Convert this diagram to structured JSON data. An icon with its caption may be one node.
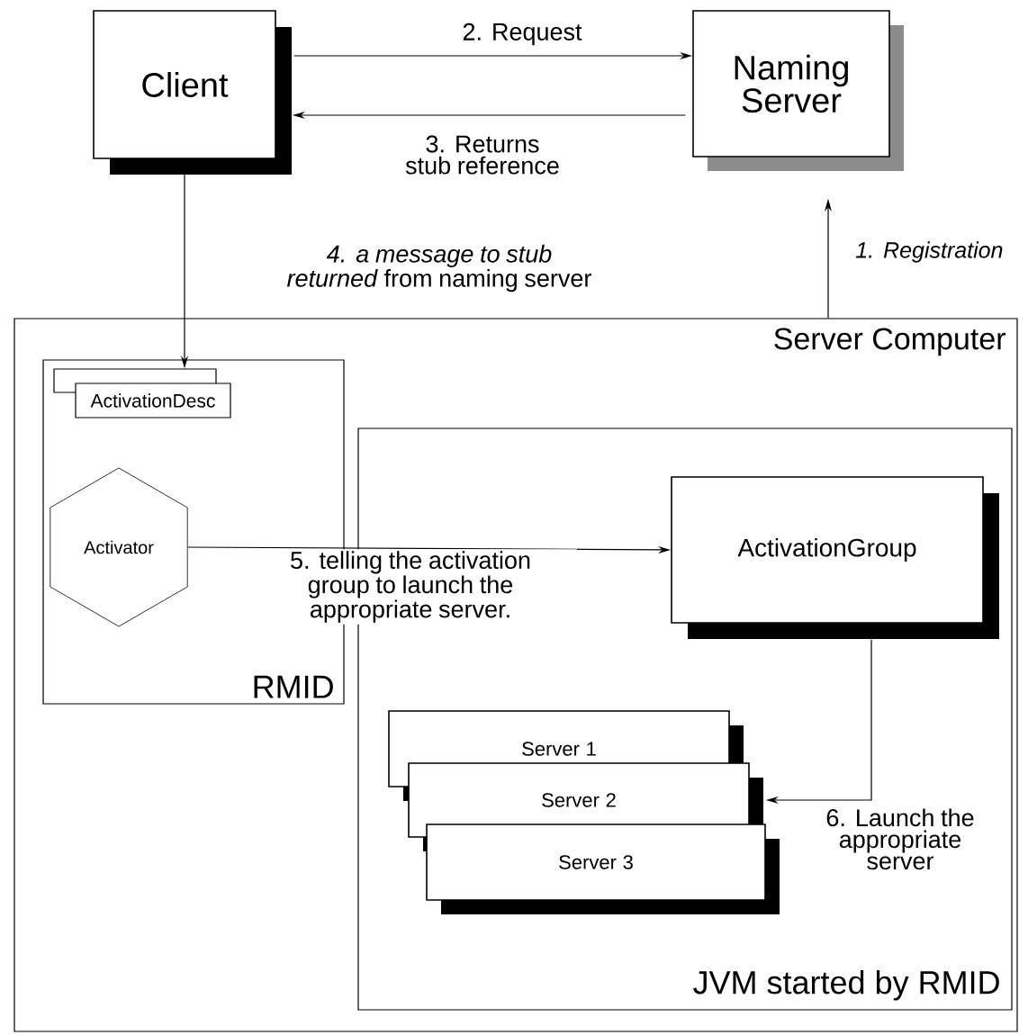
{
  "diagram": {
    "nodes": [
      {
        "text": [
          "Client"
        ]
      },
      {
        "text": [
          "Naming Server"
        ]
      },
      {
        "text": [
          "Server Computer"
        ]
      },
      {
        "text": [
          "RMID"
        ],
        "in": 2
      },
      {
        "text": [
          "ActivationDesc"
        ],
        "in": 3
      },
      {
        "text": [
          "Activator"
        ],
        "in": 3
      },
      {
        "text": [
          "JVM started by RMID"
        ],
        "in": 2
      },
      {
        "text": [
          "ActivationGroup"
        ],
        "in": 6
      },
      {
        "text": [
          "Server 1"
        ],
        "in": 6
      },
      {
        "text": [
          "Server 2"
        ],
        "in": 6
      },
      {
        "text": [
          "Server 3"
        ],
        "in": 6
      }
    ],
    "edges": [
      {
        "from": 2,
        "to": 1,
        "arrow": "to",
        "label": "1. Registration"
      },
      {
        "from": 0,
        "to": 1,
        "arrow": "to",
        "label": "2. Request"
      },
      {
        "from": 1,
        "to": 0,
        "arrow": "to",
        "label": "3. Returns stub reference"
      },
      {
        "from": 0,
        "to": 4,
        "arrow": "to",
        "label": "*4. a message to stub returned* from naming server"
      },
      {
        "from": 5,
        "to": 7,
        "arrow": "to",
        "label": "5. telling the activation group to launch the appropriate server."
      },
      {
        "from": 7,
        "to": 9,
        "arrow": "to",
        "label": "6. Launch the appropriate server"
      }
    ]
  }
}
